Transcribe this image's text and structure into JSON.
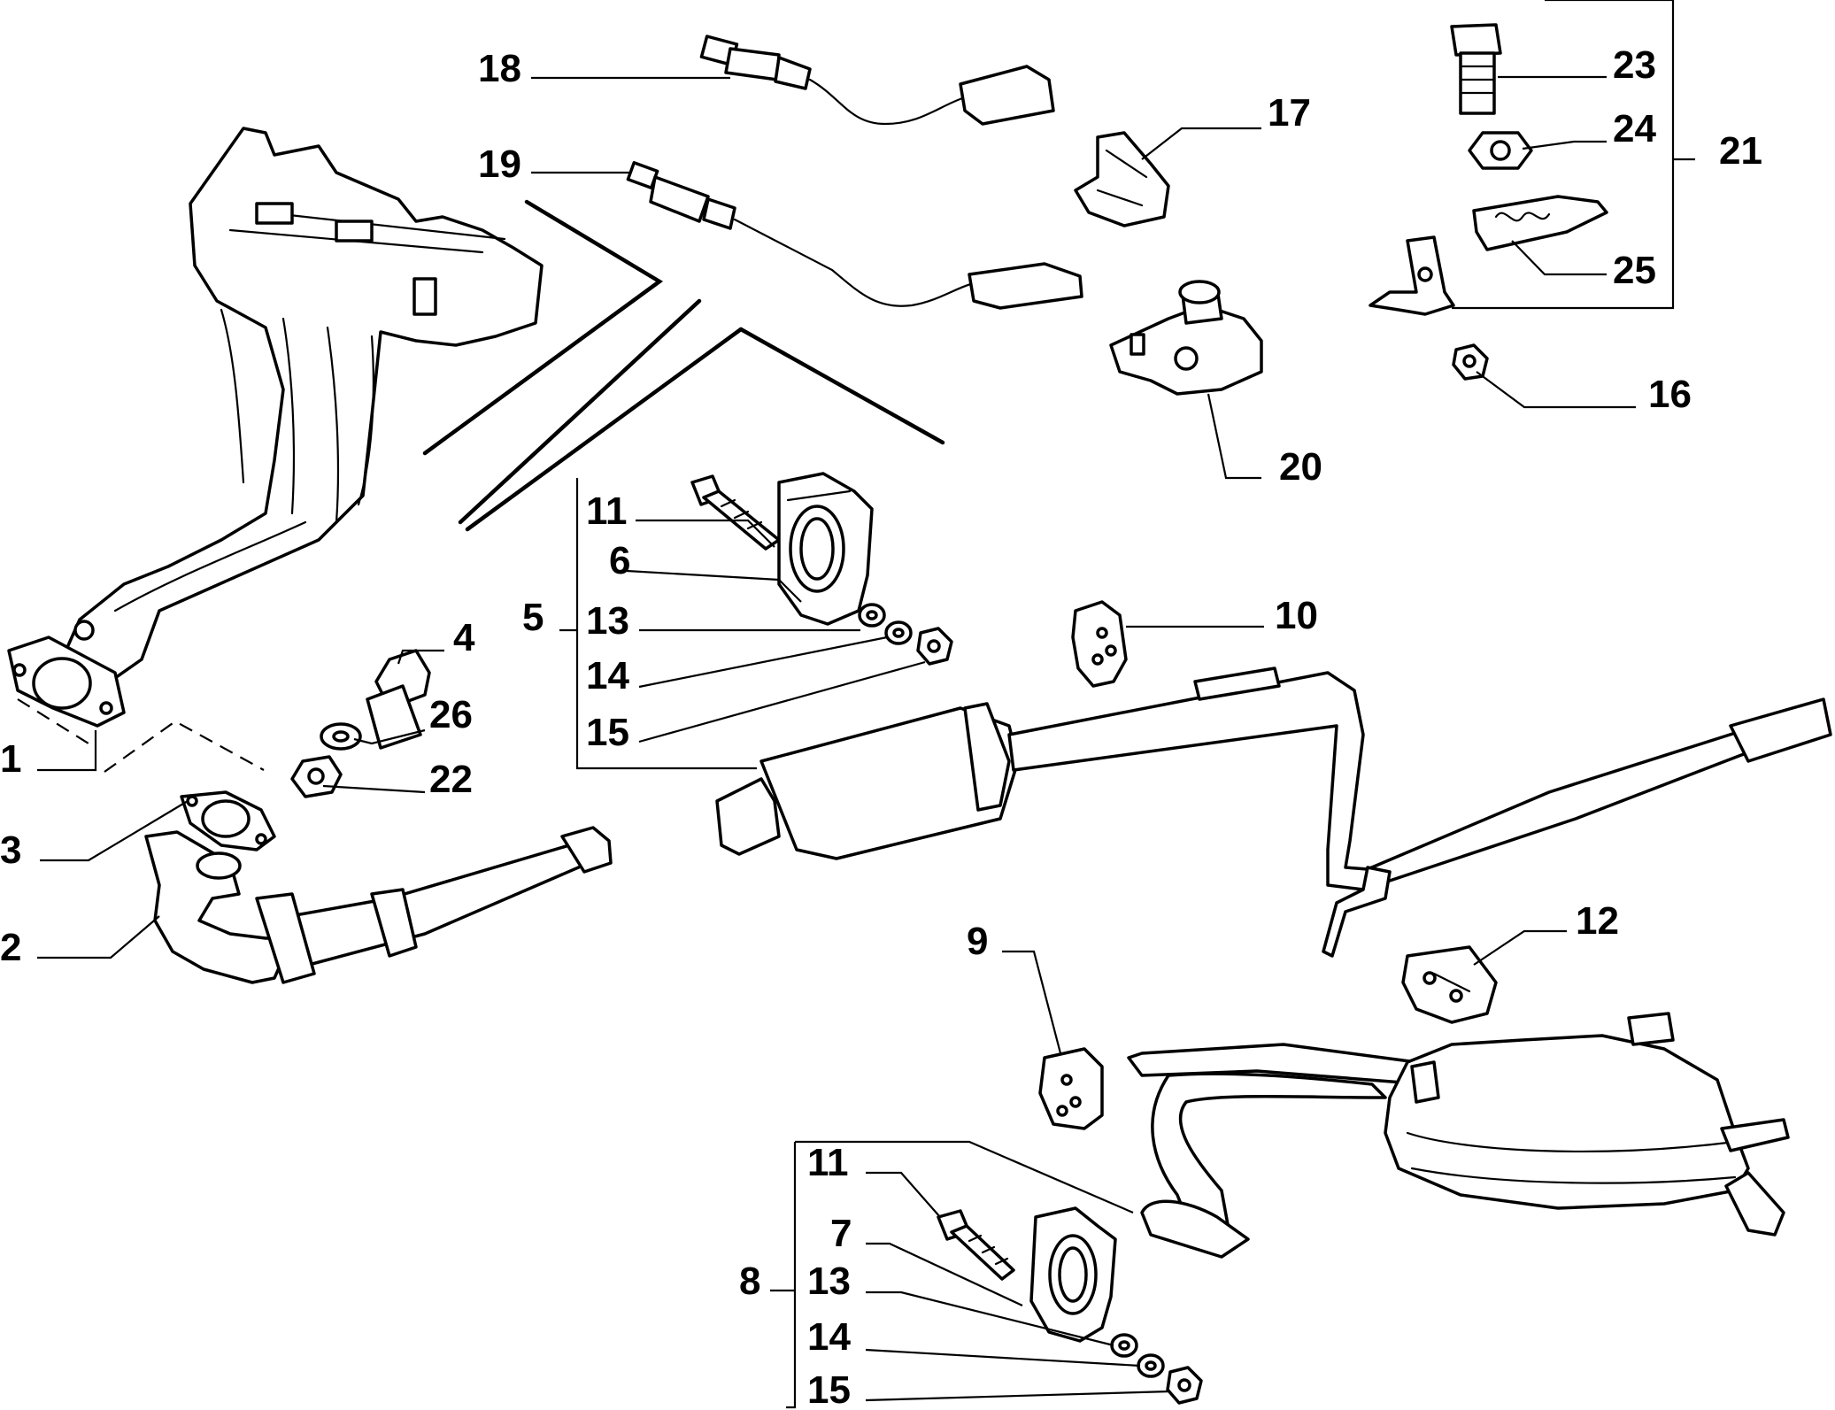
{
  "callouts": [
    {
      "id": "c1",
      "text": "1"
    },
    {
      "id": "c2",
      "text": "2"
    },
    {
      "id": "c3",
      "text": "3"
    },
    {
      "id": "c4",
      "text": "4"
    },
    {
      "id": "c5",
      "text": "5"
    },
    {
      "id": "c6",
      "text": "6"
    },
    {
      "id": "c7",
      "text": "7"
    },
    {
      "id": "c8",
      "text": "8"
    },
    {
      "id": "c9",
      "text": "9"
    },
    {
      "id": "c10",
      "text": "10"
    },
    {
      "id": "c11a",
      "text": "11"
    },
    {
      "id": "c11b",
      "text": "11"
    },
    {
      "id": "c12",
      "text": "12"
    },
    {
      "id": "c13a",
      "text": "13"
    },
    {
      "id": "c13b",
      "text": "13"
    },
    {
      "id": "c14a",
      "text": "14"
    },
    {
      "id": "c14b",
      "text": "14"
    },
    {
      "id": "c15a",
      "text": "15"
    },
    {
      "id": "c15b",
      "text": "15"
    },
    {
      "id": "c16",
      "text": "16"
    },
    {
      "id": "c17",
      "text": "17"
    },
    {
      "id": "c18",
      "text": "18"
    },
    {
      "id": "c19",
      "text": "19"
    },
    {
      "id": "c20",
      "text": "20"
    },
    {
      "id": "c21",
      "text": "21"
    },
    {
      "id": "c22",
      "text": "22"
    },
    {
      "id": "c23",
      "text": "23"
    },
    {
      "id": "c24",
      "text": "24"
    },
    {
      "id": "c25",
      "text": "25"
    },
    {
      "id": "c26",
      "text": "26"
    }
  ]
}
